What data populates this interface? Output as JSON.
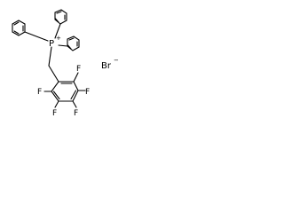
{
  "structure": {
    "atoms": {
      "phosphorus": "P",
      "phosphorus_charge": "+",
      "fluorine": "F",
      "bromide": "Br",
      "bromide_charge": "−"
    },
    "bond_color": "#000000",
    "label_color": "#000000"
  }
}
